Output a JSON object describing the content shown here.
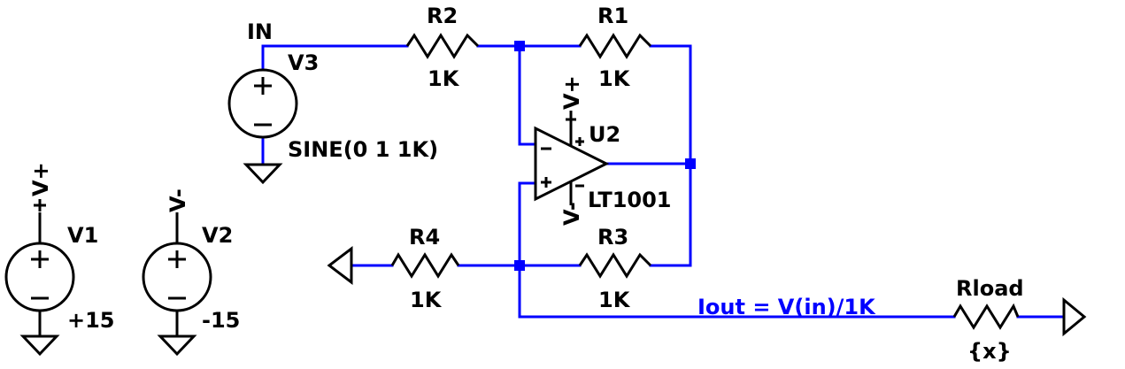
{
  "nets": {
    "in": "IN"
  },
  "parts": {
    "R1": {
      "ref": "R1",
      "value": "1K"
    },
    "R2": {
      "ref": "R2",
      "value": "1K"
    },
    "R3": {
      "ref": "R3",
      "value": "1K"
    },
    "R4": {
      "ref": "R4",
      "value": "1K"
    },
    "Rload": {
      "ref": "Rload",
      "value": "{x}"
    },
    "U2": {
      "ref": "U2",
      "model": "LT1001",
      "vpos": "V+",
      "vneg": "V-"
    },
    "V1": {
      "ref": "V1",
      "value": "+15",
      "net": "V+"
    },
    "V2": {
      "ref": "V2",
      "value": "-15",
      "net": "V-"
    },
    "V3": {
      "ref": "V3",
      "value": "SINE(0 1 1K)"
    }
  },
  "note": "Iout = V(in)/1K",
  "colors": {
    "wire": "#0000ff",
    "symbol": "#000000",
    "background": "#ffffff"
  }
}
